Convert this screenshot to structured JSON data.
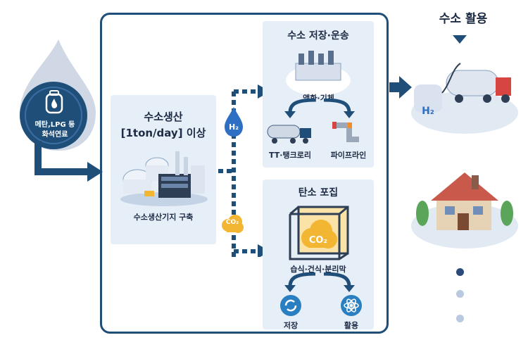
{
  "source": {
    "line1": "메탄,LPG 등",
    "line2": "화석연료"
  },
  "production": {
    "title1": "수소생산",
    "title2": "[1ton/day] 이상",
    "caption": "수소생산기지 구축"
  },
  "storage": {
    "title": "수소 저장·운송",
    "process": "액화·기체",
    "option1": "TT·탱크로리",
    "option2": "파이프라인"
  },
  "capture": {
    "title": "탄소 포집",
    "process": "습식·건식·분리막",
    "option1": "저장",
    "option2": "활용"
  },
  "usage": {
    "title": "수소 활용"
  },
  "badges": {
    "h2": "H₂",
    "co2": "CO₂",
    "cube_co2": "CO₂",
    "truck_h2": "H₂"
  },
  "colors": {
    "navy": "#1f4e79",
    "accent_blue": "#2e86de",
    "panel": "#e6eef8",
    "co2_yellow": "#f2b632",
    "dot_dark": "#2a4a7a",
    "dot_light": "#b9c9e0"
  }
}
